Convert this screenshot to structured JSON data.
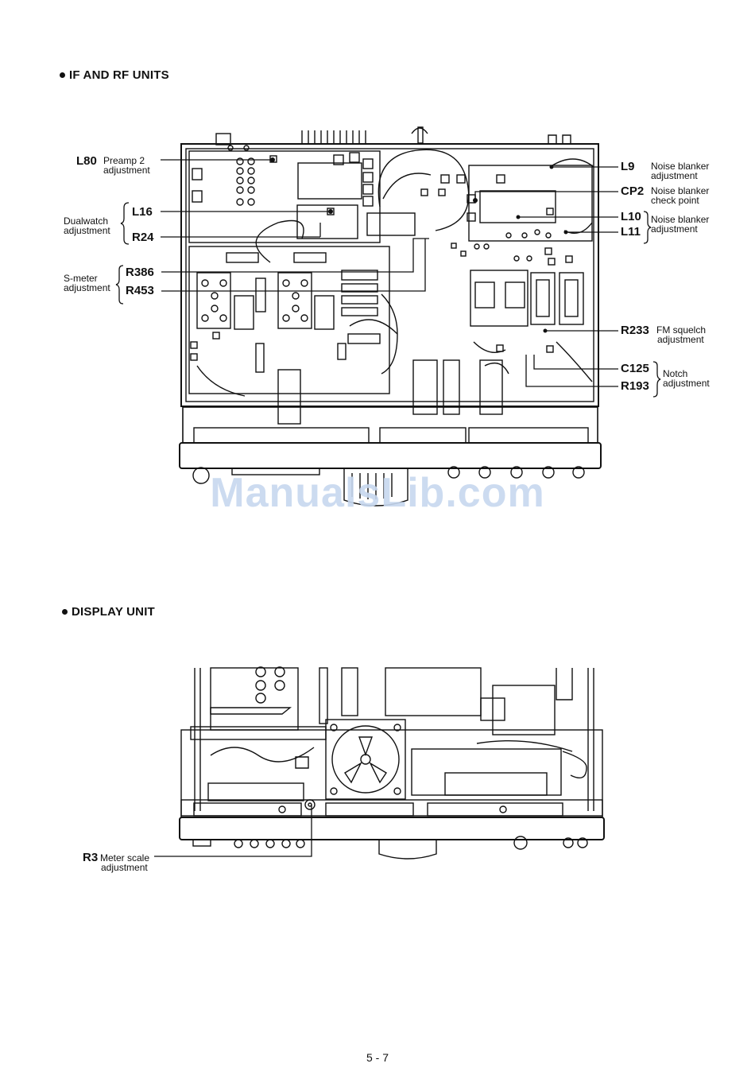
{
  "sections": {
    "if_rf": "IF AND RF UNITS",
    "display": "DISPLAY UNIT"
  },
  "watermark": "ManualsLib.com",
  "page_number": "5 - 7",
  "callouts_if": {
    "L80": {
      "ref": "L80",
      "d1": "Preamp 2",
      "d2": "adjustment"
    },
    "L16": {
      "ref": "L16"
    },
    "R24": {
      "ref": "R24"
    },
    "dualwatch": {
      "d1": "Dualwatch",
      "d2": "adjustment"
    },
    "R386": {
      "ref": "R386"
    },
    "R453": {
      "ref": "R453"
    },
    "smeter": {
      "d1": "S-meter",
      "d2": "adjustment"
    },
    "L9": {
      "ref": "L9",
      "d1": "Noise blanker",
      "d2": "adjustment"
    },
    "CP2": {
      "ref": "CP2",
      "d1": "Noise blanker",
      "d2": "check point"
    },
    "L10": {
      "ref": "L10"
    },
    "L11": {
      "ref": "L11"
    },
    "nb_adj": {
      "d1": "Noise blanker",
      "d2": "adjustment"
    },
    "R233": {
      "ref": "R233",
      "d1": "FM squelch",
      "d2": "adjustment"
    },
    "C125": {
      "ref": "C125"
    },
    "R193": {
      "ref": "R193"
    },
    "notch": {
      "d1": "Notch",
      "d2": "adjustment"
    }
  },
  "callouts_display": {
    "R3": {
      "ref": "R3",
      "d1": "Meter scale",
      "d2": "adjustment"
    }
  }
}
